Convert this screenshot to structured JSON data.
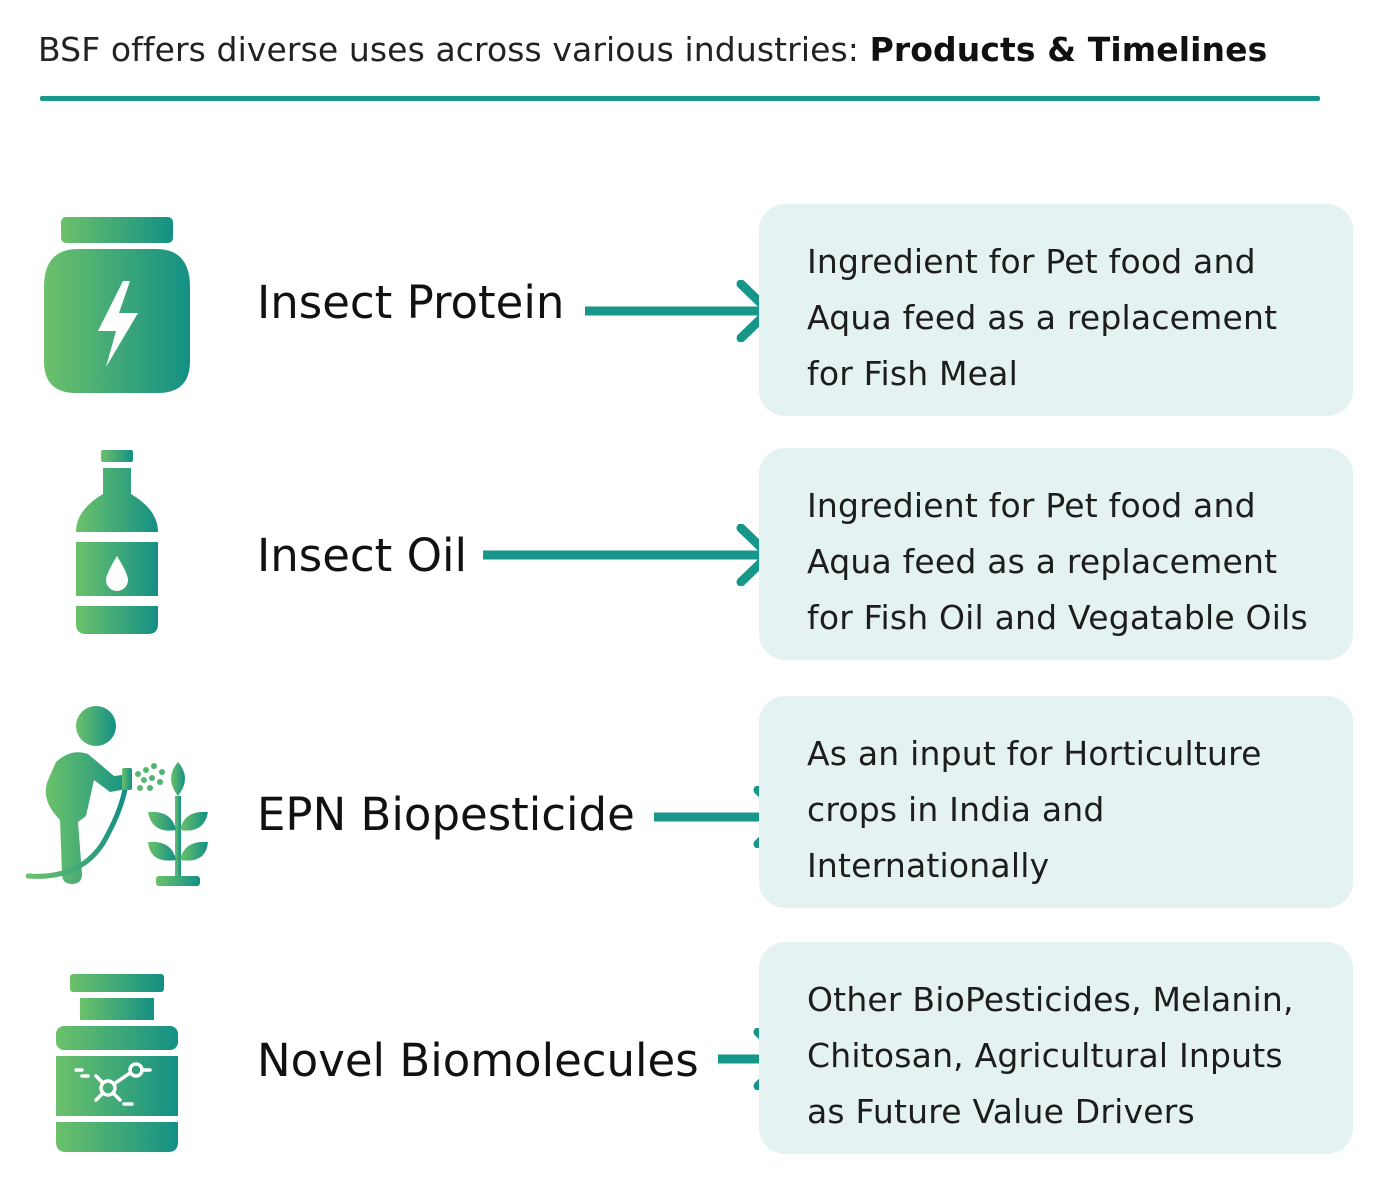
{
  "header": {
    "title_prefix": "BSF offers diverse uses across various industries: ",
    "title_bold": "Products & Timelines"
  },
  "colors": {
    "accent": "#17968a",
    "gradient_start": "#6cc16a",
    "gradient_end": "#139085",
    "box_bg": "#e4f2f1"
  },
  "products": [
    {
      "name": "Insect Protein",
      "icon": "protein-jar-icon",
      "description": [
        "Ingredient for Pet food and",
        "Aqua feed as a replacement",
        "for Fish Meal"
      ]
    },
    {
      "name": "Insect Oil",
      "icon": "oil-bottle-icon",
      "description": [
        "Ingredient for Pet food and",
        "Aqua feed as a replacement",
        "for Fish Oil and Vegatable Oils"
      ]
    },
    {
      "name": "EPN Biopesticide",
      "icon": "farmer-spraying-plant-icon",
      "description": [
        "As an input for Horticulture",
        "crops in India and",
        "Internationally"
      ]
    },
    {
      "name": "Novel Biomolecules",
      "icon": "molecule-jar-icon",
      "description": [
        "Other BioPesticides, Melanin,",
        "Chitosan, Agricultural Inputs",
        "as Future Value Drivers"
      ]
    }
  ]
}
